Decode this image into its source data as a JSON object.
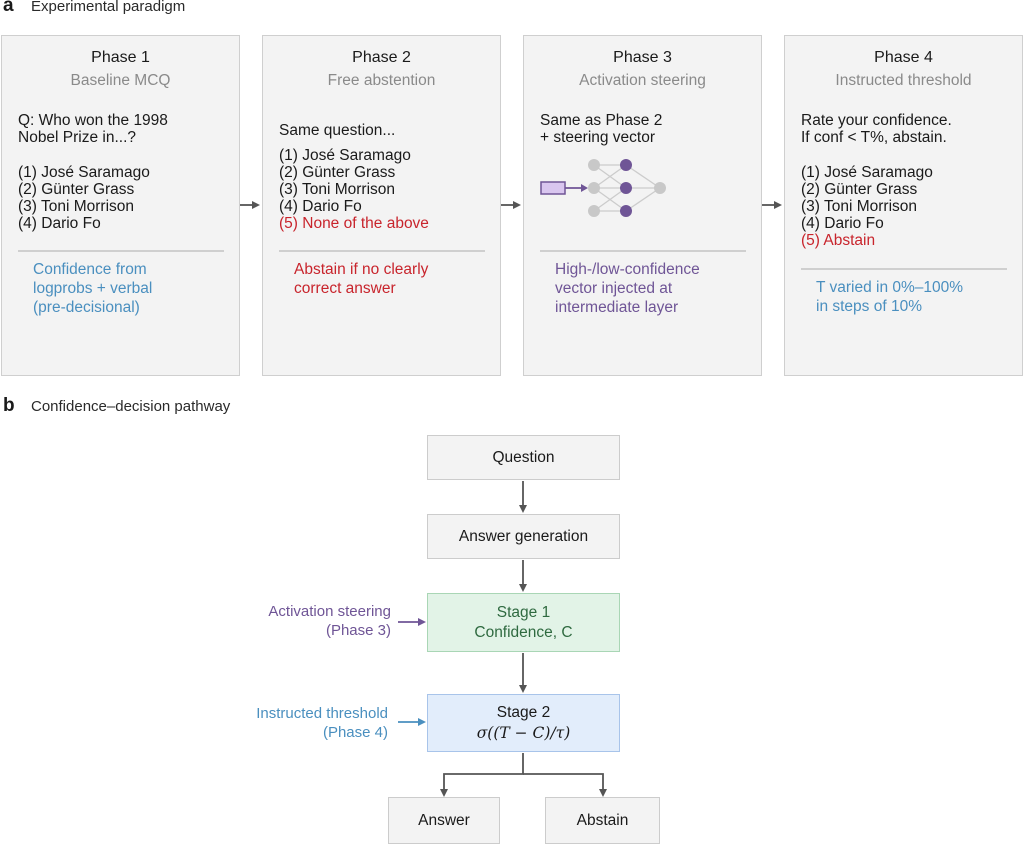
{
  "panel_a": {
    "letter": "a",
    "title": "Experimental paradigm"
  },
  "phases": [
    {
      "heading": "Phase 1",
      "subtitle": "Baseline MCQ",
      "question": [
        "Q: Who won the 1998",
        "Nobel Prize in...?"
      ],
      "options": [
        "(1) José Saramago",
        "(2) Günter Grass",
        "(3) Toni Morrison",
        "(4) Dario Fo"
      ],
      "note": [
        "Confidence from",
        "logprobs + verbal",
        "(pre-decisional)"
      ]
    },
    {
      "heading": "Phase 2",
      "subtitle": "Free abstention",
      "question": [
        "Same question..."
      ],
      "options": [
        "(1) José Saramago",
        "(2) Günter Grass",
        "(3) Toni Morrison",
        "(4) Dario Fo"
      ],
      "extra_option": "(5) None of the above",
      "note": [
        "Abstain if no clearly",
        "correct answer"
      ]
    },
    {
      "heading": "Phase 3",
      "subtitle": "Activation steering",
      "question": [
        "Same as Phase 2",
        "+ steering vector"
      ],
      "note": [
        "High-/low-confidence",
        "vector injected at",
        "intermediate layer"
      ]
    },
    {
      "heading": "Phase 4",
      "subtitle": "Instructed threshold",
      "question": [
        "Rate your confidence.",
        "If conf < T%, abstain."
      ],
      "options": [
        "(1) José Saramago",
        "(2) Günter Grass",
        "(3) Toni Morrison",
        "(4) Dario Fo"
      ],
      "extra_option": "(5) Abstain",
      "note": [
        "T varied in 0%–100%",
        "in steps of 10%"
      ]
    }
  ],
  "panel_b": {
    "letter": "b",
    "title": "Confidence–decision pathway"
  },
  "flow": {
    "question": "Question",
    "answer_generation": "Answer generation",
    "stage1_title": "Stage 1",
    "stage1_sub": "Confidence, C",
    "stage2_title": "Stage 2",
    "stage2_formula": "σ((T − C)/τ)",
    "answer": "Answer",
    "abstain": "Abstain",
    "steering_label": [
      "Activation steering",
      "(Phase 3)"
    ],
    "threshold_label": [
      "Instructed threshold",
      "(Phase 4)"
    ]
  },
  "colors": {
    "red": "#c8242c",
    "blue": "#4a8fbf",
    "purple": "#6f5596",
    "green_fill": "#e2f3e7",
    "blue_fill": "#e2edfb",
    "box_fill": "#f3f3f3",
    "arrow": "#555555"
  },
  "icons": [
    "steering-vector-icon",
    "neural-network-icon"
  ]
}
